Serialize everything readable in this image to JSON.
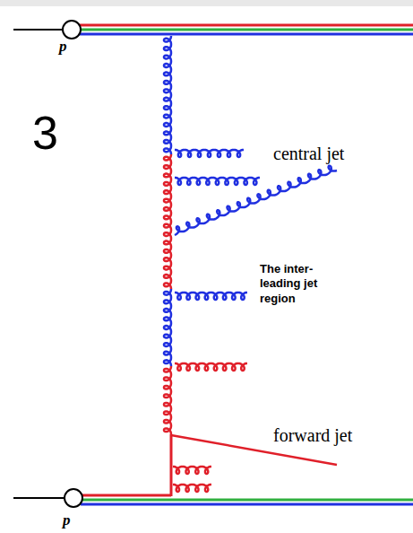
{
  "diagram": {
    "labels": [
      "3",
      "p",
      "p",
      "central jet",
      "The inter- leading jet region",
      "forward jet"
    ]
  }
}
